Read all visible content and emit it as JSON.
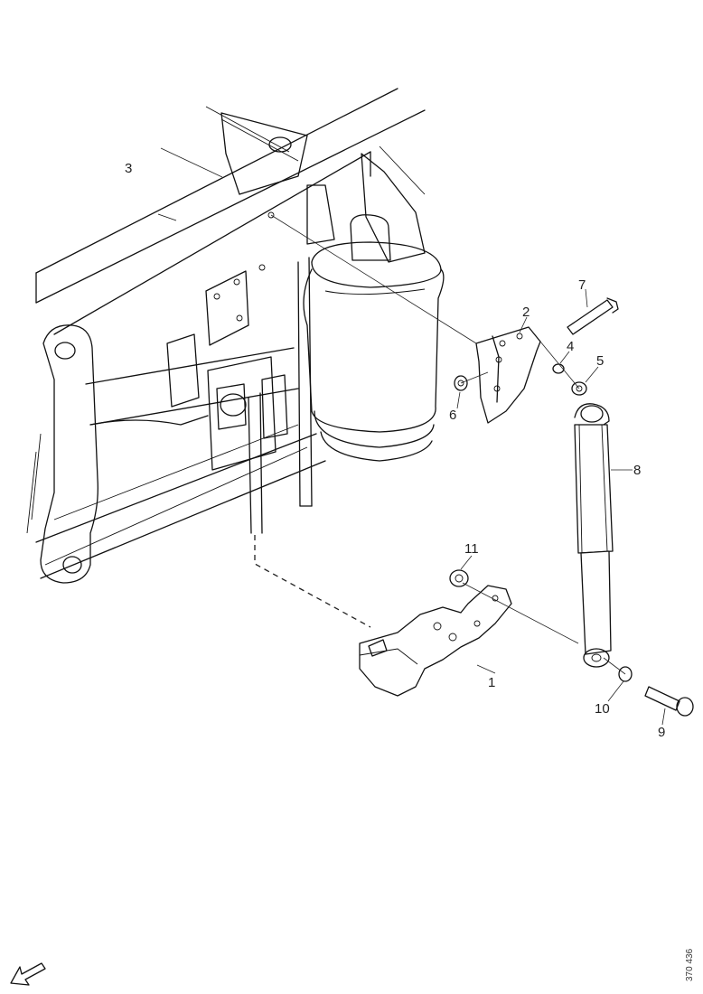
{
  "callouts": [
    {
      "id": "c1",
      "text": "1"
    },
    {
      "id": "c2",
      "text": "2"
    },
    {
      "id": "c3",
      "text": "3"
    },
    {
      "id": "c4",
      "text": "4"
    },
    {
      "id": "c5",
      "text": "5"
    },
    {
      "id": "c6",
      "text": "6"
    },
    {
      "id": "c7",
      "text": "7"
    },
    {
      "id": "c8",
      "text": "8"
    },
    {
      "id": "c9",
      "text": "9"
    },
    {
      "id": "c10",
      "text": "10"
    },
    {
      "id": "c11",
      "text": "11"
    }
  ],
  "drawing_code": "370 436",
  "icons": {
    "direction": "forward-arrow-icon"
  }
}
